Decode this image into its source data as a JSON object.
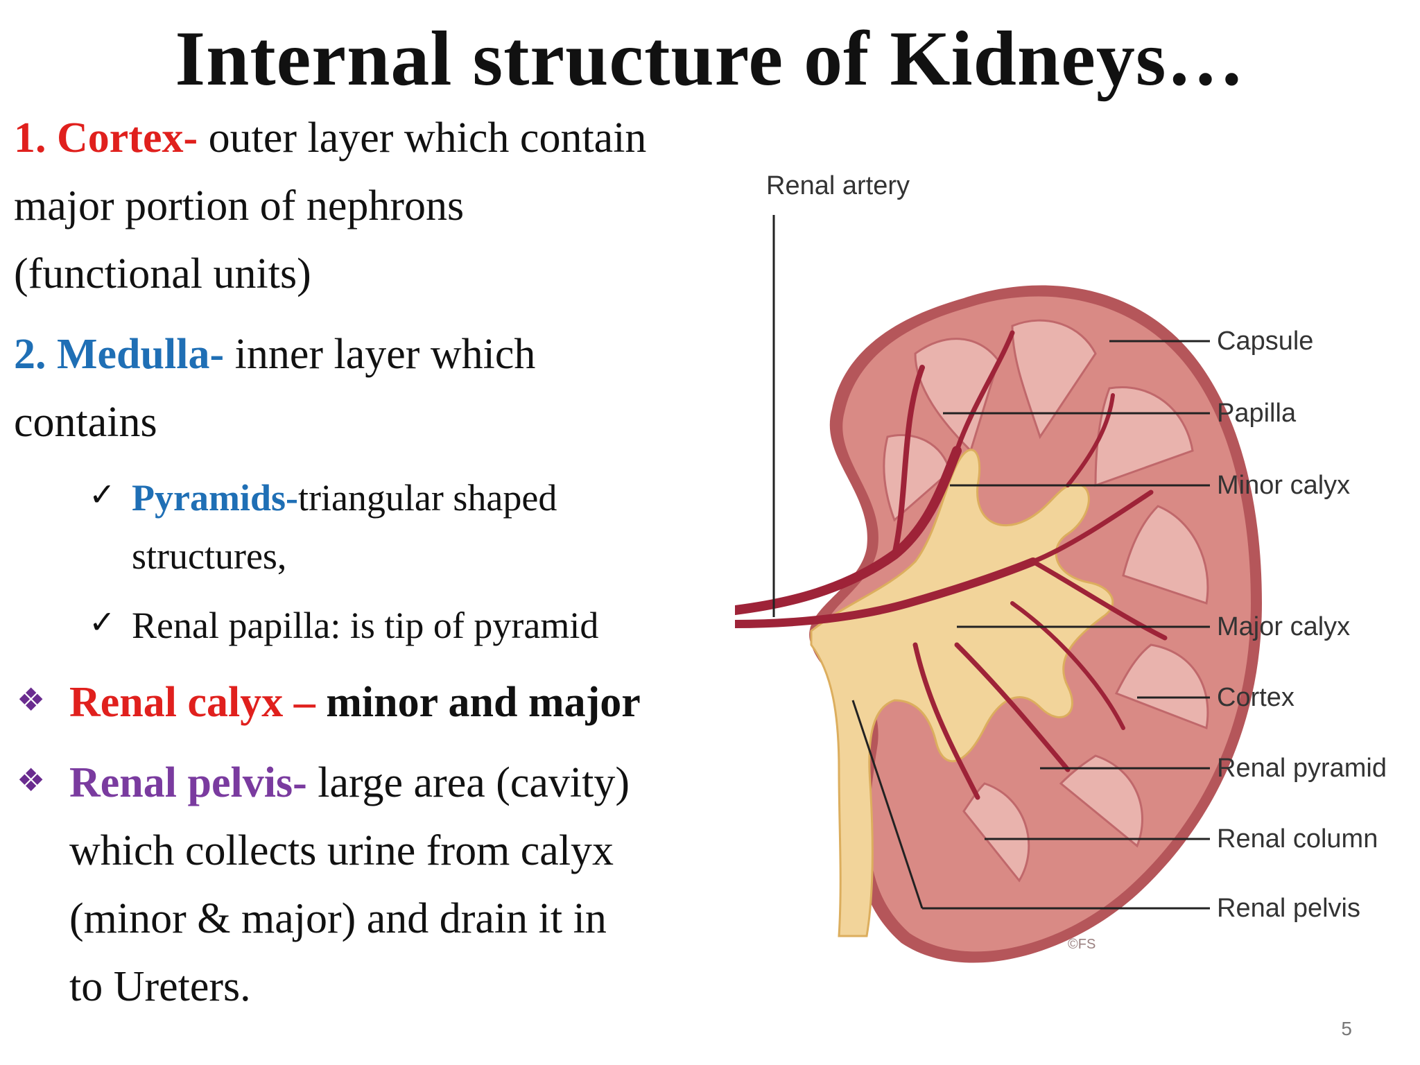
{
  "slide": {
    "title": "Internal structure of Kidneys…",
    "page_number": "5"
  },
  "cortex": {
    "label": "1. Cortex-",
    "text_l1": " outer layer which contain",
    "text_l2": "major portion of nephrons",
    "text_l3": "(functional units)"
  },
  "medulla": {
    "label": "2. Medulla-",
    "text_l1": " inner layer which",
    "text_l2": "contains"
  },
  "pyramids": {
    "label": "Pyramids-",
    "text_l1": "triangular shaped",
    "text_l2": "structures,"
  },
  "papilla": {
    "text": "Renal papilla: is tip of pyramid"
  },
  "calyx": {
    "label": "Renal calyx –",
    "text": " minor and major"
  },
  "pelvis": {
    "label": "Renal pelvis-",
    "text_l1": " large area (cavity)",
    "text_l2": "which collects urine from calyx",
    "text_l3": "(minor & major) and drain it in",
    "text_l4": "to Ureters."
  },
  "icons": {
    "check": "✓",
    "diamond": "❖"
  },
  "diagram": {
    "labels": {
      "renal_artery": "Renal artery",
      "capsule": "Capsule",
      "papilla": "Papilla",
      "minor_calyx": "Minor calyx",
      "major_calyx": "Major calyx",
      "cortex": "Cortex",
      "renal_pyramid": "Renal pyramid",
      "renal_column": "Renal column",
      "renal_pelvis": "Renal pelvis"
    },
    "credit": "©FS",
    "colors": {
      "cortex": "#d98a85",
      "capsule": "#b5565a",
      "pyramid": "#e9b3ad",
      "pelvis": "#f2d49a",
      "vessel": "#9e2338"
    }
  }
}
